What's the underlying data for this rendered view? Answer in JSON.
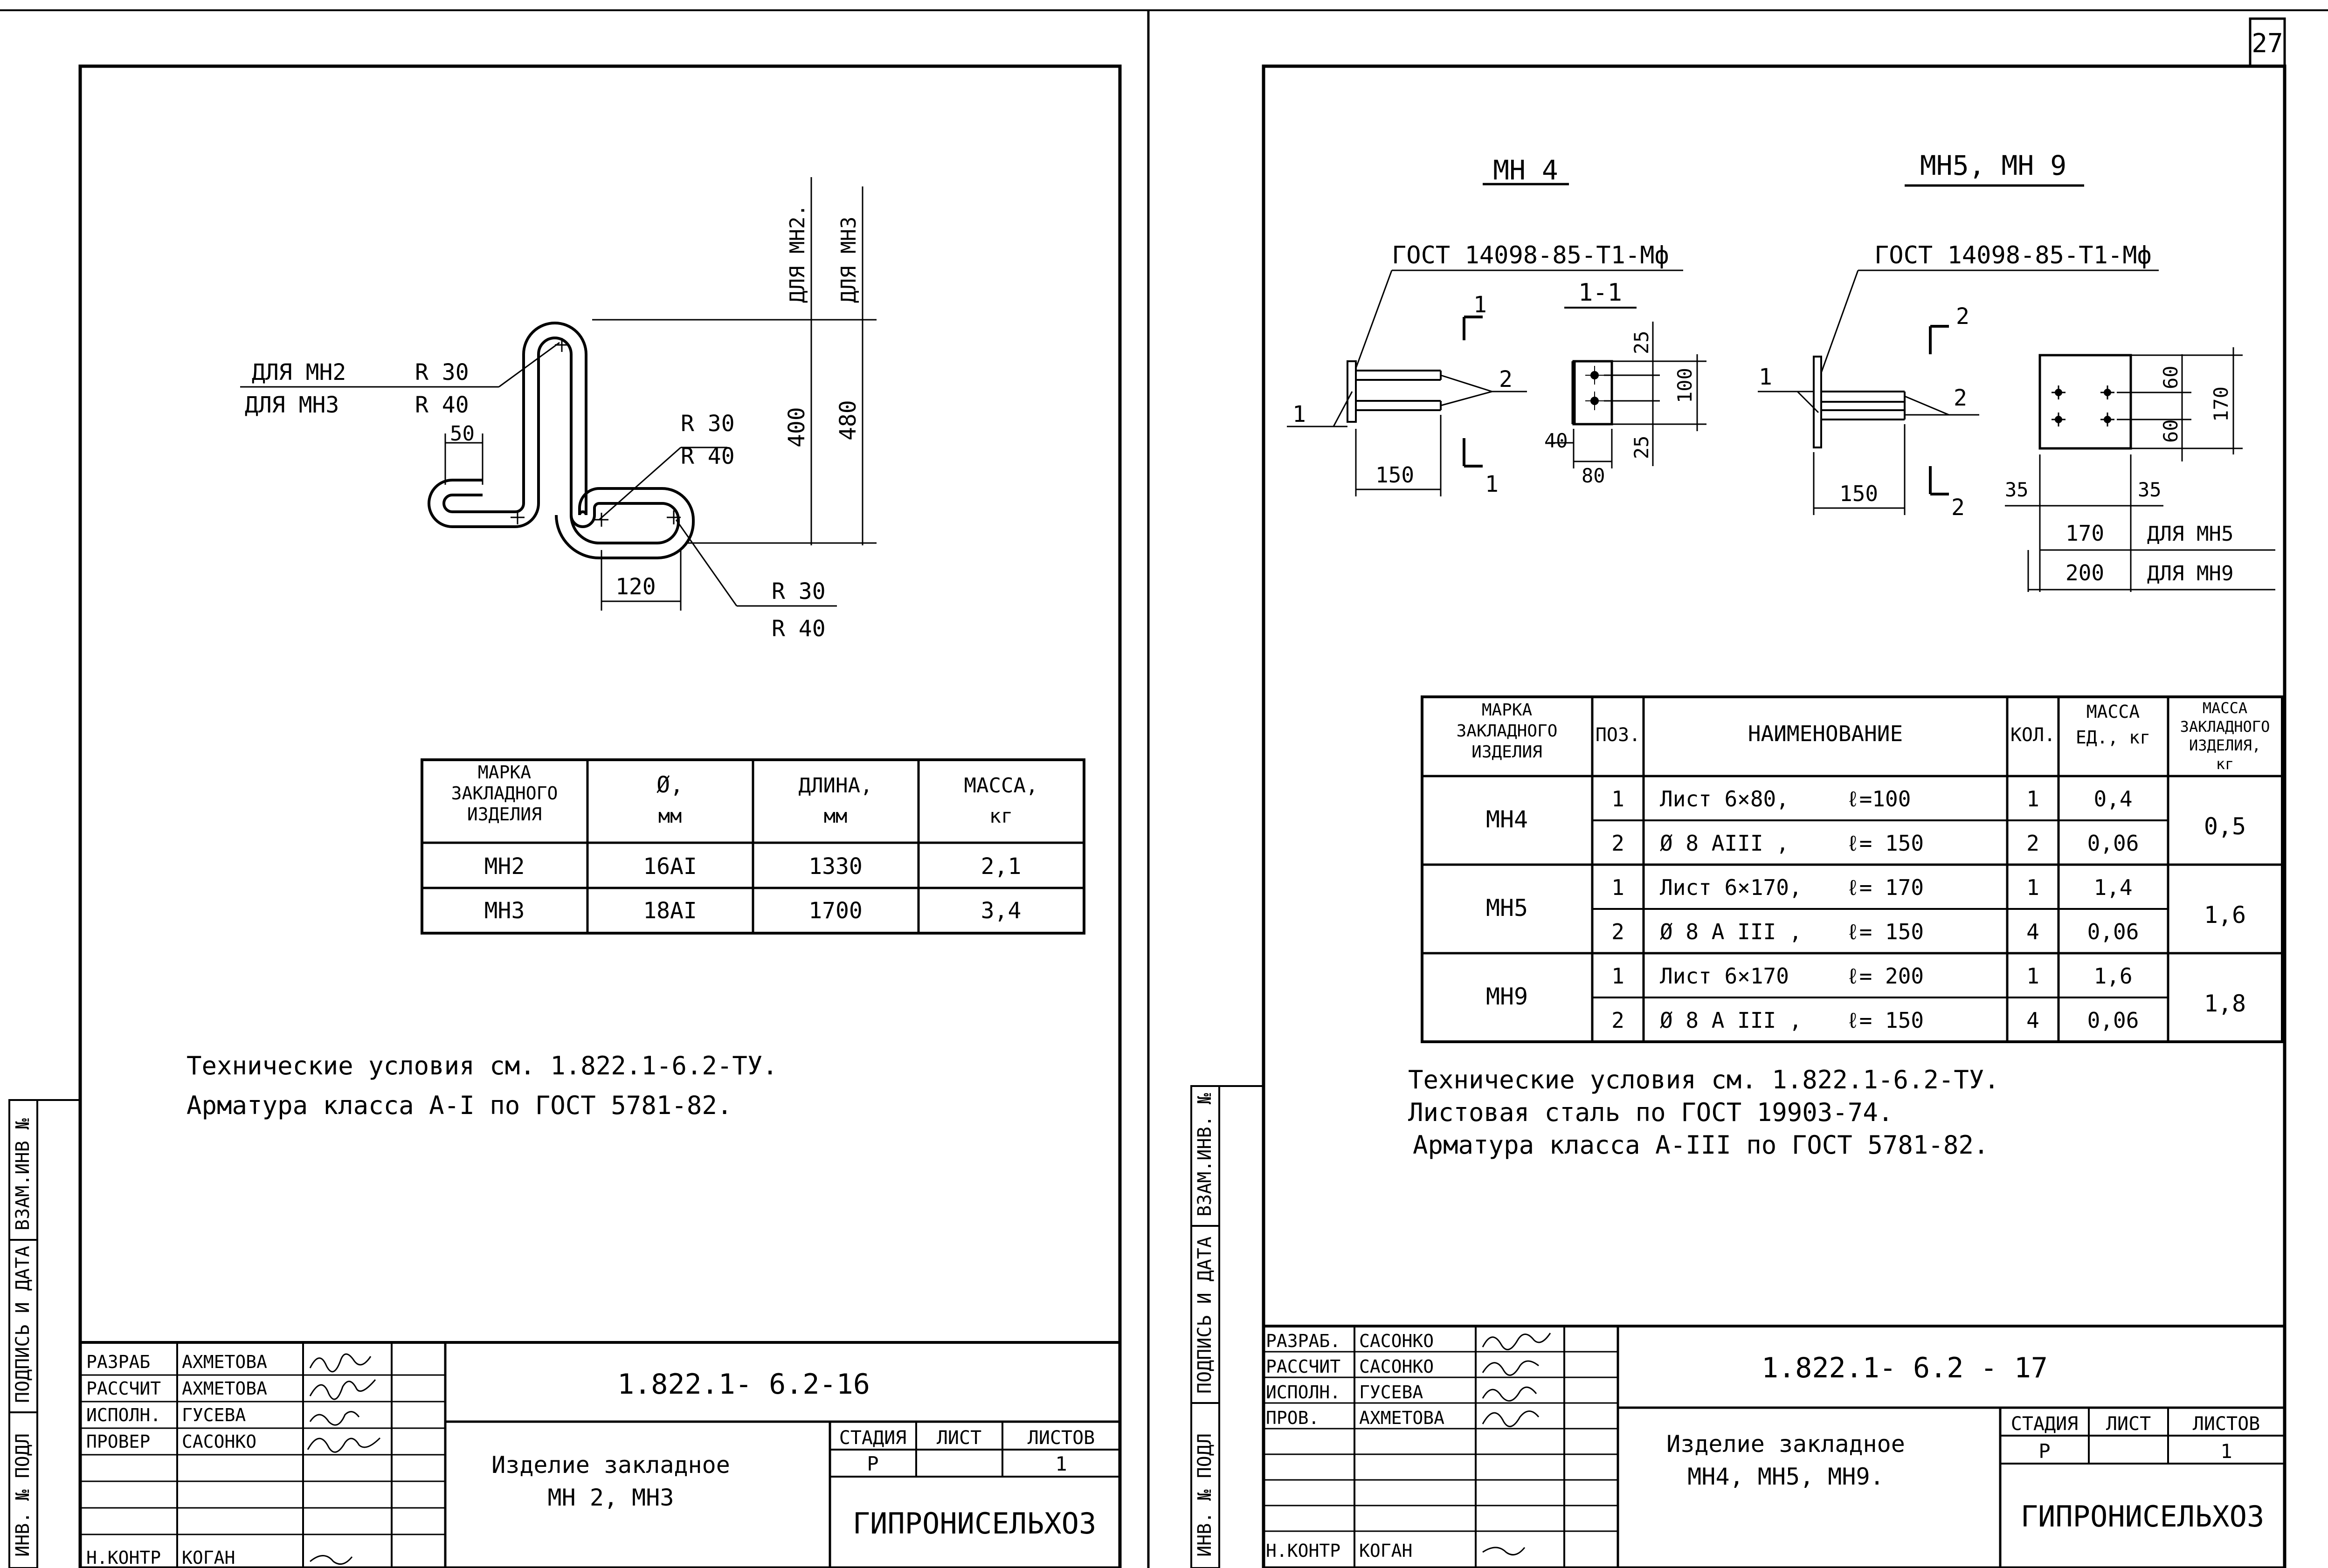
{
  "page_number": "27",
  "side_stamp": {
    "left": [
      "ИНВ. № ПОДЛ",
      "ПОДПИСЬ И ДАТА",
      "ВЗАМ.ИНВ №"
    ],
    "right": [
      "ИНВ. № ПОДЛ",
      "ПОДПИСЬ И ДАТА",
      "ВЗАМ.ИНВ. №"
    ]
  },
  "left_sheet": {
    "drawing": {
      "label_mn2": "ДЛЯ МН2",
      "label_mn3": "ДЛЯ МН3",
      "r30_a": "R 30",
      "r40_a": "R 40",
      "dim_50": "50",
      "r30_b": "R 30",
      "r40_b": "R 40",
      "dim_120": "120",
      "r30_c": "R 30",
      "r40_c": "R 40",
      "dim_400": "400",
      "dim_480": "480",
      "vlabel_mn2": "ДЛЯ МН2.",
      "vlabel_mn3": "ДЛЯ МН3"
    },
    "table": {
      "headers": [
        "МАРКА ЗАКЛАДНОГО ИЗДЕЛИЯ",
        "Ø, мм",
        "ДЛИНА, мм",
        "МАССА, кг"
      ],
      "rows": [
        [
          "МН2",
          "16АI",
          "1330",
          "2,1"
        ],
        [
          "МН3",
          "18АI",
          "1700",
          "3,4"
        ]
      ]
    },
    "notes": [
      "Технические условия см. 1.822.1-6.2-ТУ.",
      "Арматура класса А-I по ГОСТ 5781-82."
    ],
    "title_block": {
      "roles": [
        [
          "РАЗРАБ",
          "АХМЕТОВА"
        ],
        [
          "РАССЧИТ",
          "АХМЕТОВА"
        ],
        [
          "ИСПОЛН.",
          "ГУСЕВА"
        ],
        [
          "ПРОВЕР",
          "САСОНКО"
        ],
        [
          "",
          ""
        ],
        [
          "",
          ""
        ],
        [
          "Н.КОНТР",
          "КОГАН"
        ]
      ],
      "code": "1.822.1- 6.2-16",
      "name_line1": "Изделие закладное",
      "name_line2": "МН 2, МН3",
      "stage_headers": [
        "СТАДИЯ",
        "ЛИСТ",
        "ЛИСТОВ"
      ],
      "stage_values": [
        "Р",
        "",
        "1"
      ],
      "org": "ГИПРОНИСЕЛЬХОЗ"
    }
  },
  "right_sheet": {
    "mn4": {
      "title": "МН 4",
      "gost": "ГОСТ 14098-85-Т1-Мф",
      "section": "1-1",
      "mark1_top": "1",
      "mark1_bot": "1",
      "pos1": "1",
      "pos2": "2",
      "dim_150": "150",
      "dim_25a": "25",
      "dim_100": "100",
      "dim_25b": "25",
      "dim_40": "40",
      "dim_80": "80"
    },
    "mn5": {
      "title": "МН5, МН 9",
      "gost": "ГОСТ 14098-85-Т1-Мф",
      "mark2_top": "2",
      "mark2_bot": "2",
      "pos1": "1",
      "pos2": "2",
      "dim_150": "150",
      "dim_60a": "60",
      "dim_60b": "60",
      "dim_170v": "170",
      "dim_35a": "35",
      "dim_35b": "35",
      "dim_170": "170",
      "dim_200": "200",
      "for_mn5": "ДЛЯ МН5",
      "for_mn9": "ДЛЯ МН9"
    },
    "table": {
      "headers": [
        "МАРКА ЗАКЛАДНОГО ИЗДЕЛИЯ",
        "ПОЗ.",
        "НАИМЕНОВАНИЕ",
        "КОЛ.",
        "МАССА ЕД., кг",
        "МАССА ЗАКЛАДНОГО ИЗДЕЛИЯ, кг"
      ],
      "groups": [
        {
          "mark": "МН4",
          "total": "0,5",
          "rows": [
            {
              "pos": "1",
              "name": "Лист 6×80,",
              "len": "ℓ=100",
              "qty": "1",
              "mass": "0,4"
            },
            {
              "pos": "2",
              "name": "Ø 8 АIII ,",
              "len": "ℓ= 150",
              "qty": "2",
              "mass": "0,06"
            }
          ]
        },
        {
          "mark": "МН5",
          "total": "1,6",
          "rows": [
            {
              "pos": "1",
              "name": "Лист 6×170,",
              "len": "ℓ= 170",
              "qty": "1",
              "mass": "1,4"
            },
            {
              "pos": "2",
              "name": "Ø 8 А III ,",
              "len": "ℓ= 150",
              "qty": "4",
              "mass": "0,06"
            }
          ]
        },
        {
          "mark": "МН9",
          "total": "1,8",
          "rows": [
            {
              "pos": "1",
              "name": "Лист 6×170",
              "len": "ℓ= 200",
              "qty": "1",
              "mass": "1,6"
            },
            {
              "pos": "2",
              "name": "Ø 8 А III ,",
              "len": "ℓ= 150",
              "qty": "4",
              "mass": "0,06"
            }
          ]
        }
      ]
    },
    "notes": [
      "Технические условия см. 1.822.1-6.2-ТУ.",
      "Листовая сталь по ГОСТ 19903-74.",
      "Арматура класса А-III по ГОСТ 5781-82."
    ],
    "title_block": {
      "roles": [
        [
          "РАЗРАБ.",
          "САСОНКО"
        ],
        [
          "РАССЧИТ",
          "САСОНКО"
        ],
        [
          "ИСПОЛН.",
          "ГУСЕВА"
        ],
        [
          "ПРОВ.",
          "АХМЕТОВА"
        ],
        [
          "",
          ""
        ],
        [
          "",
          ""
        ],
        [
          "Н.КОНТР",
          "КОГАН"
        ]
      ],
      "code": "1.822.1- 6.2 - 17",
      "name_line1": "Изделие закладное",
      "name_line2": "МН4, МН5, МН9.",
      "stage_headers": [
        "СТАДИЯ",
        "ЛИСТ",
        "ЛИСТОВ"
      ],
      "stage_values": [
        "Р",
        "",
        "1"
      ],
      "org": "ГИПРОНИСЕЛЬХОЗ"
    }
  }
}
